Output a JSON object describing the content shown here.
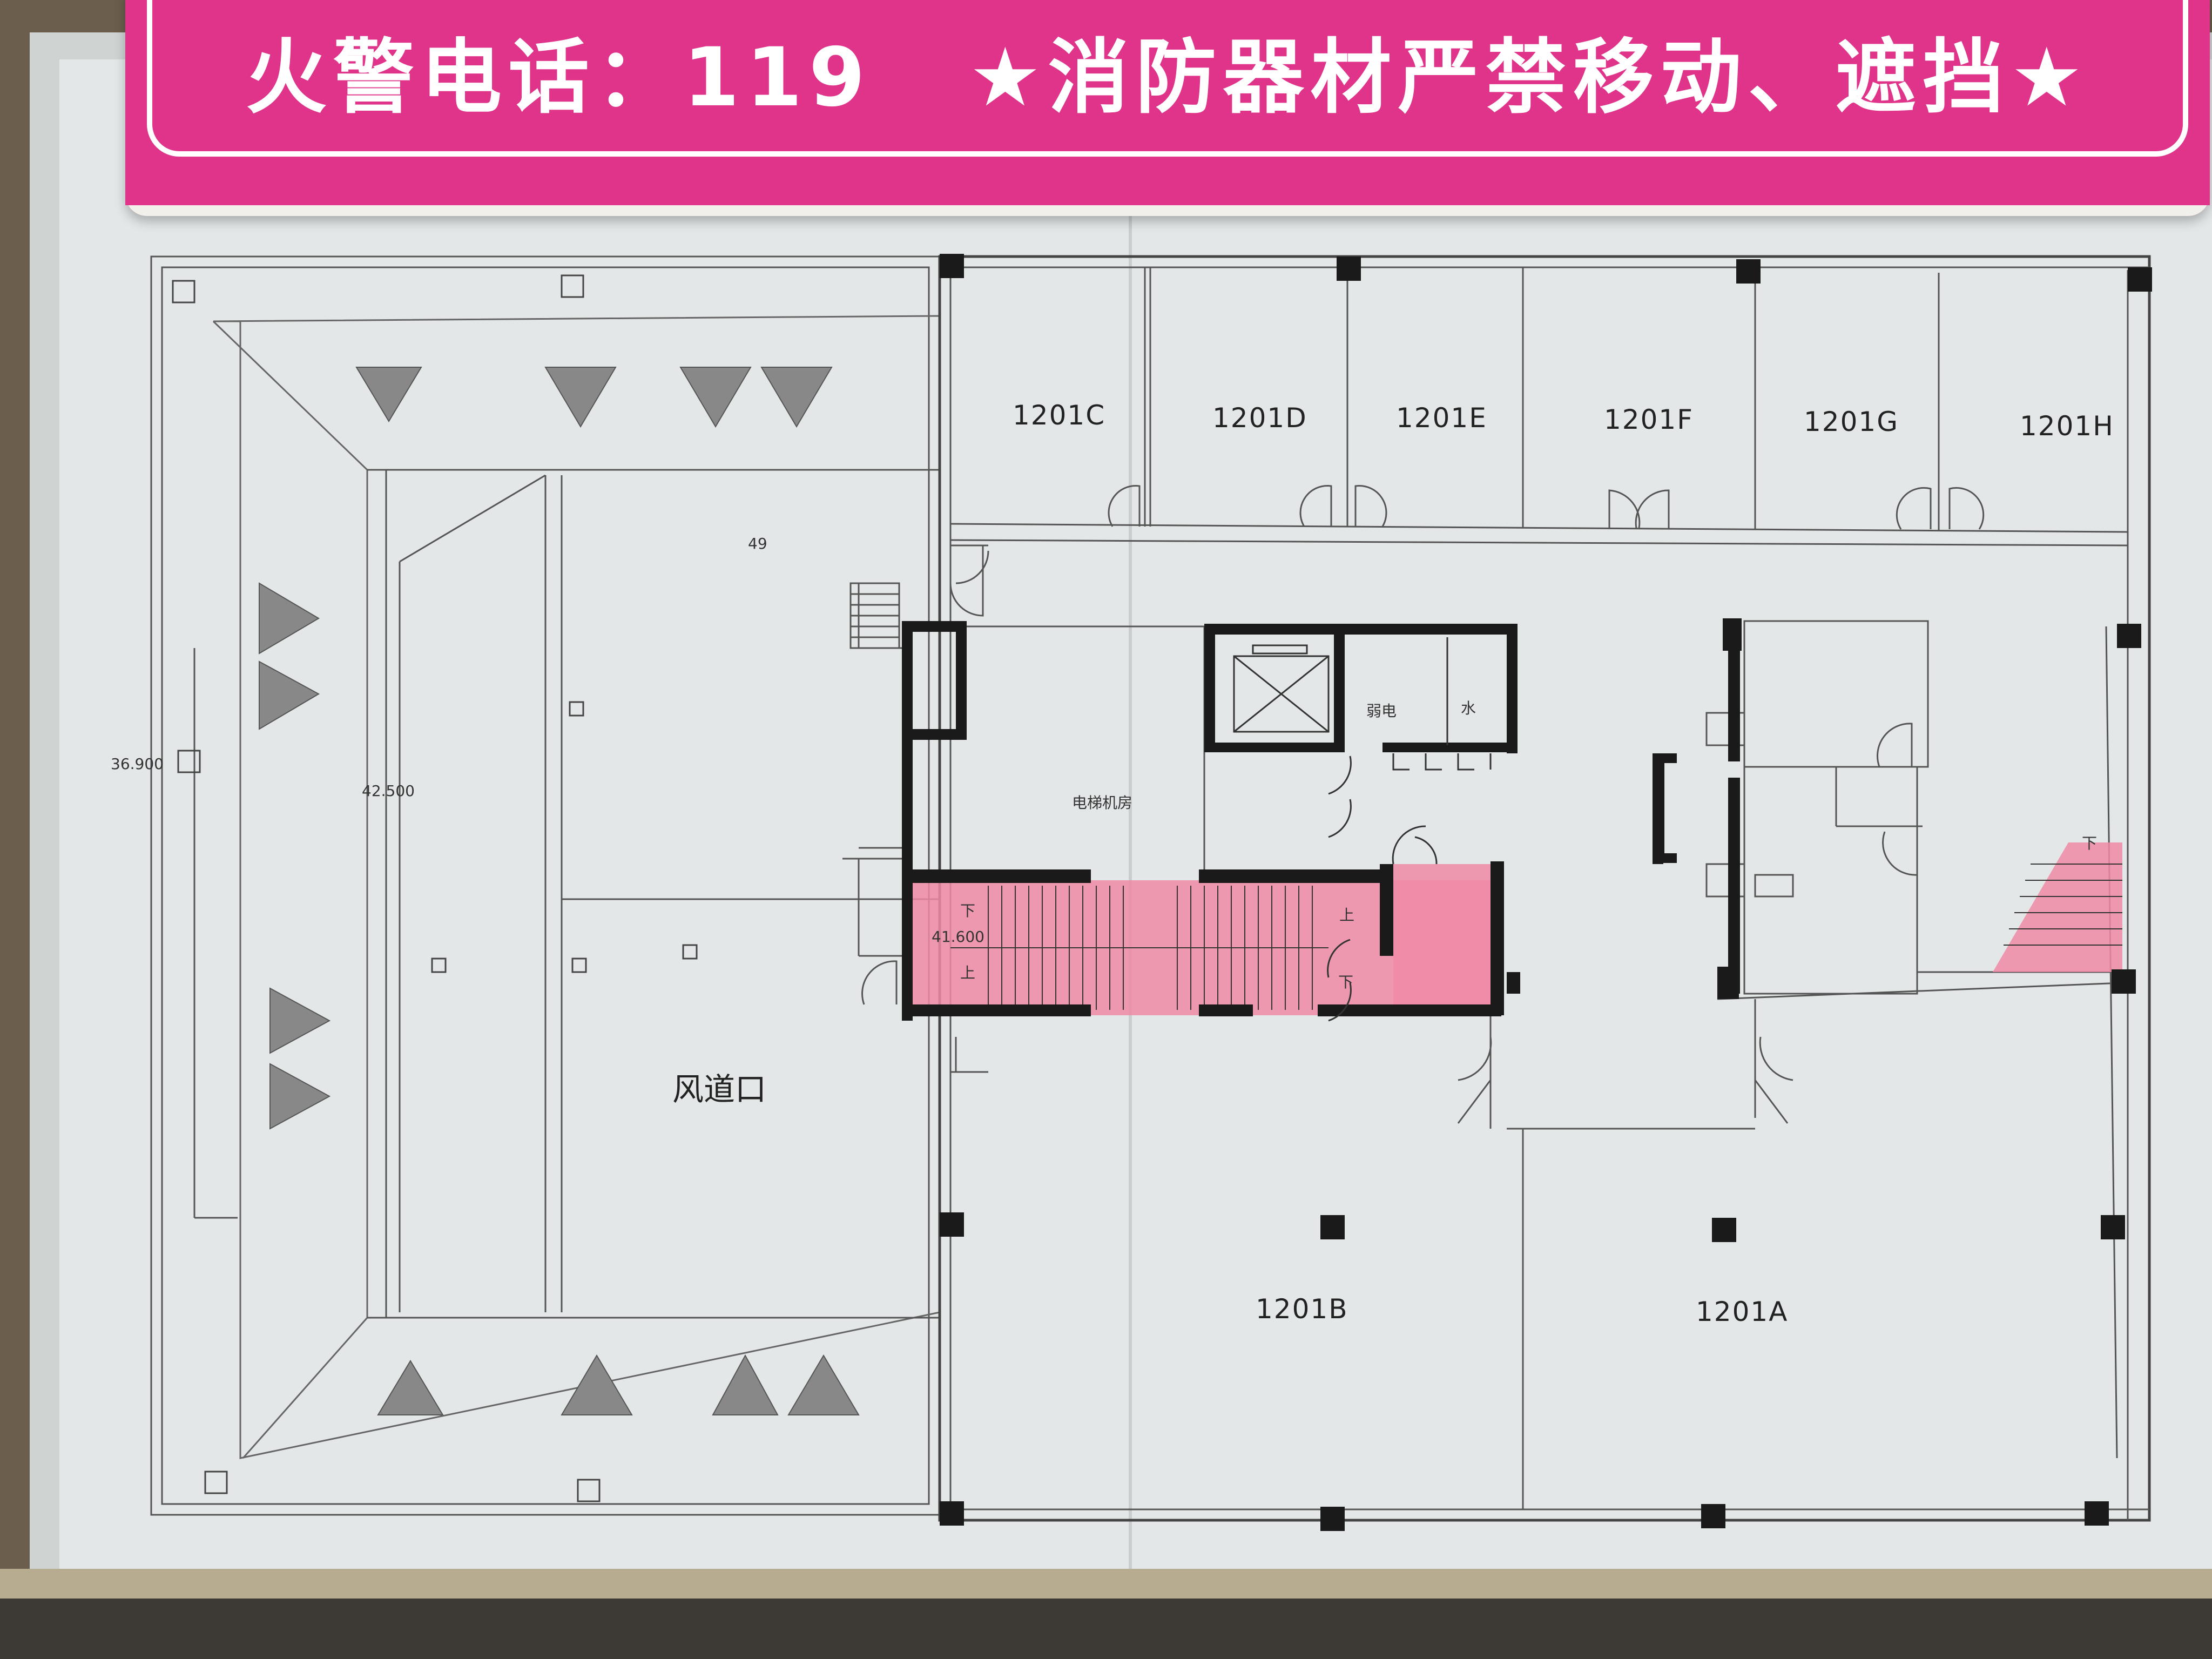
{
  "sign": {
    "fire_phone_label": "火警电话：119",
    "warning_text": "★消防器材严禁移动、遮挡★"
  },
  "plan": {
    "rooms": {
      "c": "1201C",
      "d": "1201D",
      "e": "1201E",
      "f": "1201F",
      "g": "1201G",
      "h": "1201H",
      "b": "1201B",
      "a": "1201A"
    },
    "machine_room": "电梯机房",
    "weak_current": "弱电",
    "water": "水",
    "air_duct": "风道口",
    "elevation_left": "36.900",
    "elevation_mid": "42.500",
    "elevation_stair": "41.600",
    "dim_49": "49",
    "stair_down_1": "下",
    "stair_up_1": "上",
    "stair_up_2": "上",
    "stair_down_2": "下",
    "stair_down_3": "下"
  },
  "colors": {
    "sign_pink": "#e0338a",
    "escape_route": "#f08aa6",
    "wall": "#1a1a1a"
  }
}
